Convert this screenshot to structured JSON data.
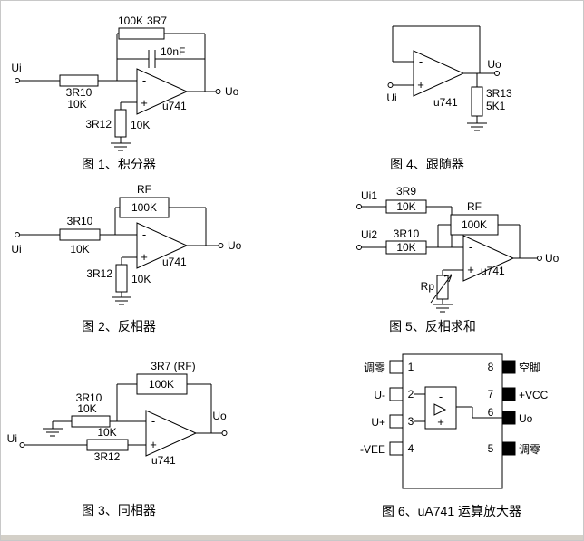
{
  "page": {
    "background": "#ffffff",
    "line_color": "#000000",
    "window_edge_color": "#d4d0c8"
  },
  "fig1": {
    "caption": "图 1、积分器",
    "rf_value": "100K",
    "rf_name": "3R7",
    "cap_value": "10nF",
    "rin_name": "3R10",
    "rin_value": "10K",
    "rg_name": "3R12",
    "rg_value": "10K",
    "opamp": "u741",
    "minus": "-",
    "plus": "+",
    "input": "Ui",
    "output": "Uo"
  },
  "fig2": {
    "caption": "图 2、反相器",
    "rf_name": "RF",
    "rf_value": "100K",
    "rin_name": "3R10",
    "rin_value": "10K",
    "rg_name": "3R12",
    "rg_value": "10K",
    "opamp": "u741",
    "minus": "-",
    "plus": "+",
    "input": "Ui",
    "output": "Uo"
  },
  "fig3": {
    "caption": "图 3、同相器",
    "rf_name": "3R7 (RF)",
    "rf_value": "100K",
    "r1_name": "3R10",
    "r1_value": "10K",
    "r2_value": "10K",
    "r2_name": "3R12",
    "opamp": "u741",
    "minus": "-",
    "plus": "+",
    "input": "Ui",
    "output": "Uo"
  },
  "fig4": {
    "caption": "图 4、跟随器",
    "rl_name": "3R13",
    "rl_value": "5K1",
    "opamp": "u741",
    "minus": "-",
    "plus": "+",
    "input": "Ui",
    "output": "Uo"
  },
  "fig5": {
    "caption": "图 5、反相求和",
    "r1_name": "3R9",
    "r1_value": "10K",
    "r2_name": "3R10",
    "r2_value": "10K",
    "rf_name": "RF",
    "rf_value": "100K",
    "rp_name": "Rp",
    "opamp": "u741",
    "minus": "-",
    "plus": "+",
    "input1": "Ui1",
    "input2": "Ui2",
    "output": "Uo"
  },
  "fig6": {
    "caption": "图 6、uA741 运算放大器",
    "minus": "-",
    "plus": "+",
    "pins_left": [
      {
        "num": "1",
        "label": "调零"
      },
      {
        "num": "2",
        "label": "U-"
      },
      {
        "num": "3",
        "label": "U+"
      },
      {
        "num": "4",
        "label": "-VEE"
      }
    ],
    "pins_right": [
      {
        "num": "8",
        "label": "空脚"
      },
      {
        "num": "7",
        "label": "+VCC"
      },
      {
        "num": "6",
        "label": "Uo"
      },
      {
        "num": "5",
        "label": "调零"
      }
    ]
  }
}
